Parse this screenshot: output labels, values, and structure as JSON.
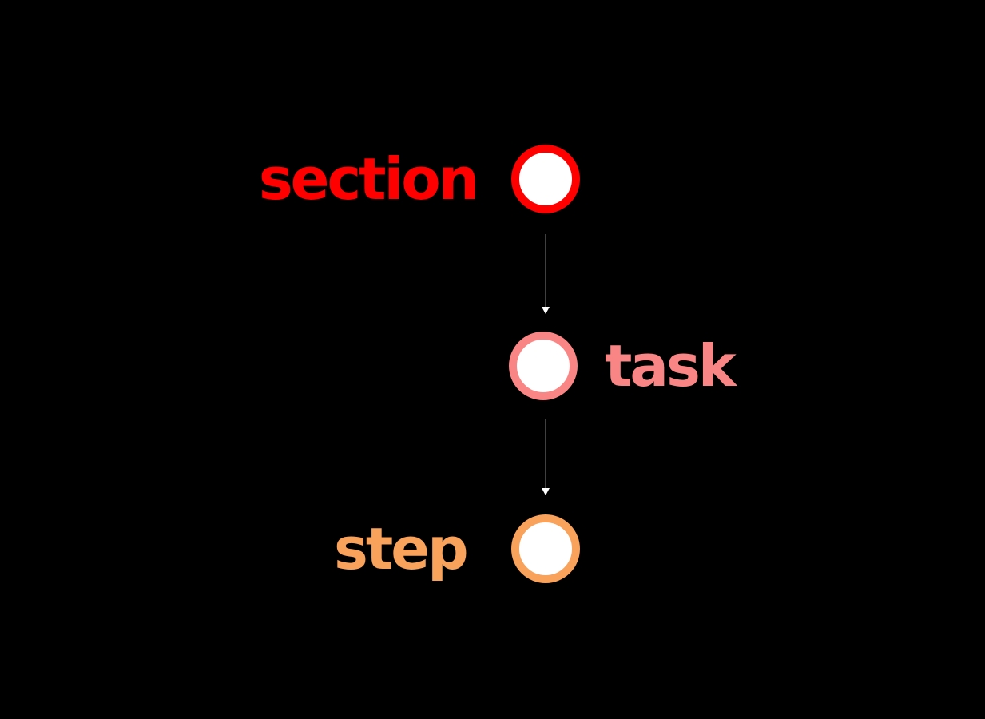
{
  "diagram": {
    "background": "#000000",
    "node_fill": "#FFFFFF",
    "nodes": [
      {
        "id": "section",
        "label": "section",
        "color": "#FF0000",
        "label_side": "left",
        "shape": "circle"
      },
      {
        "id": "task",
        "label": "task",
        "color": "#FA8585",
        "label_side": "right",
        "shape": "circle"
      },
      {
        "id": "step",
        "label": "step",
        "color": "#F8A25C",
        "label_side": "left",
        "shape": "circle"
      }
    ],
    "edges": [
      {
        "from": "section",
        "to": "task",
        "direction": "down"
      },
      {
        "from": "task",
        "to": "step",
        "direction": "down"
      }
    ],
    "edge_style": {
      "stem_color": "#404040",
      "arrowhead_color": "#FFFFFF"
    }
  }
}
